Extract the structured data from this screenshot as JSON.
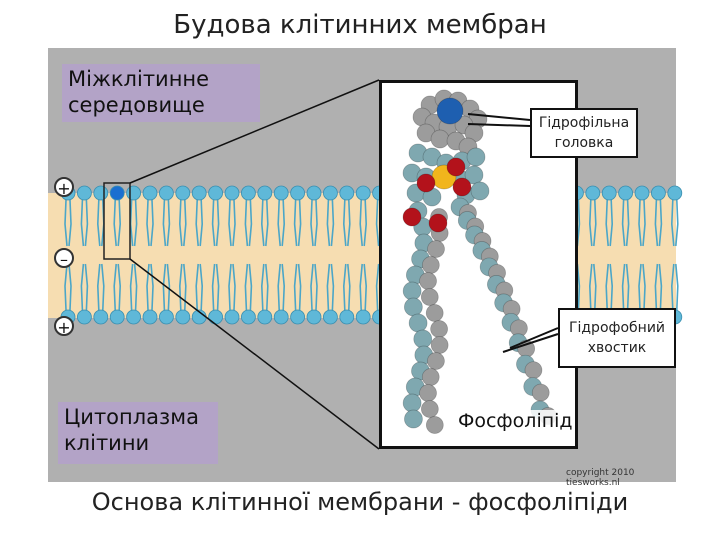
{
  "title": "Будова клітинних мембран",
  "caption": "Основа клітинної мембрани - фосфоліпіди",
  "labels": {
    "extracellular": "Міжклітинне середовище",
    "cytoplasm": "Цитоплазма клітини",
    "hydrophilic_head": "Гідрофільна головка",
    "hydrophobic_tail": "Гідрофобний хвостик",
    "phospholipid": "Фосфоліпід",
    "copyright": "copyright 2010 tiesworks.nl"
  },
  "signs": {
    "top": "+",
    "middle": "–",
    "bottom": "+"
  },
  "icons": [
    "phospholipid-bilayer-icon",
    "phospholipid-molecule-icon"
  ],
  "colors": {
    "panel": "#b0b0b0",
    "membrane_core": "#f6ddb1",
    "head": "#5fb8d8",
    "tail": "#4ba6c8",
    "label_box": "#b3a3c7",
    "atom_teal": "#7fa8b0",
    "atom_grey": "#9c9c9c",
    "atom_blue": "#1e5fb0",
    "atom_red": "#b3121b",
    "atom_yellow": "#f1b51c"
  }
}
